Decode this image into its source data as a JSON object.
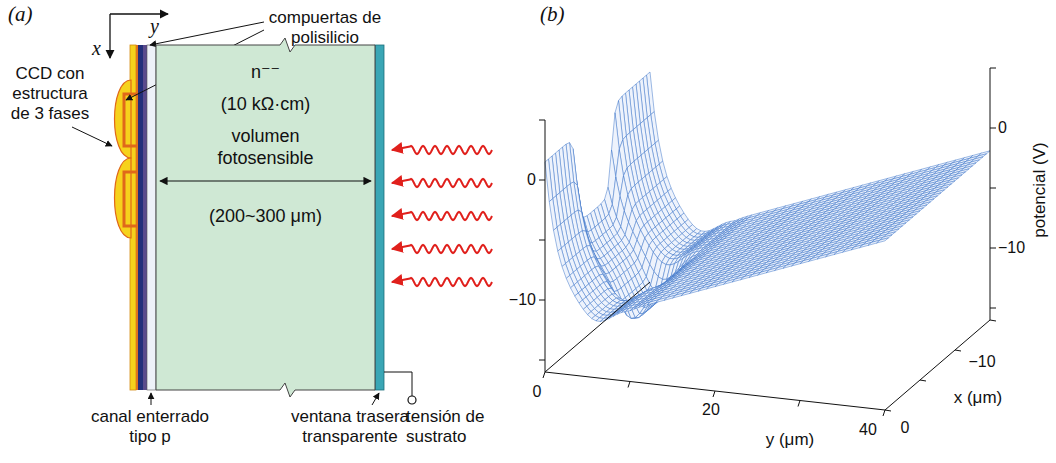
{
  "diagram": {
    "nodes": [
      {
        "text": [
          "n⁻⁻",
          "(10 kΩ·cm)",
          "volumen fotosensible",
          "(200~300 μm)"
        ]
      }
    ],
    "labels": [
      "(a)",
      "y",
      "x",
      "compuertas de polisilicio",
      "CCD con estructura de 3 fases",
      "canal enterrado tipo p",
      "ventana trasera transparente",
      "tensión de sustrato",
      "(b)",
      "0",
      "−10",
      "0",
      "−10",
      "potencial (V)",
      "0",
      "20",
      "40",
      "y (μm)",
      "−10",
      "0",
      "x (μm)"
    ]
  }
}
